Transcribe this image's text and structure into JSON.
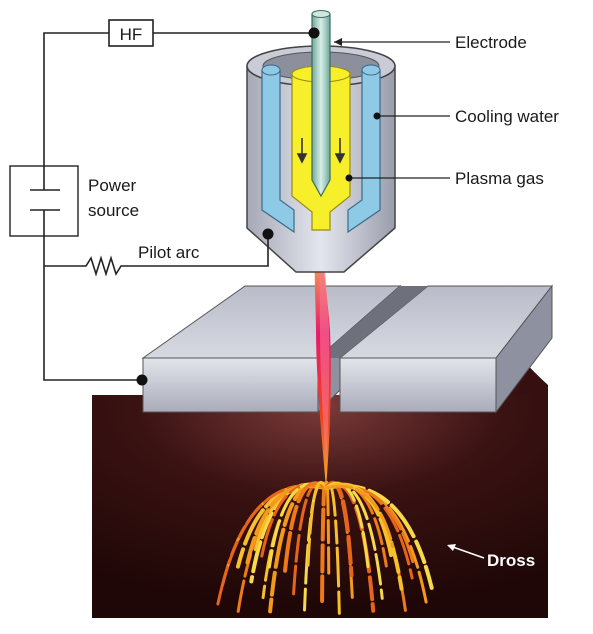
{
  "labels": {
    "hf": "HF",
    "electrode": "Electrode",
    "cooling_water": "Cooling water",
    "plasma_gas": "Plasma gas",
    "power_source_line1": "Power",
    "power_source_line2": "source",
    "pilot_arc": "Pilot arc",
    "dross": "Dross"
  },
  "colors": {
    "cooling_water": "#8ec9e6",
    "plasma_gas": "#f6ef2a",
    "torch_body": "#c9ccd6",
    "plate": "#c7c9d4",
    "cut_bg": "#3a1414",
    "plasma_jet": "#e8165a",
    "sparks": "#f39a1c"
  }
}
